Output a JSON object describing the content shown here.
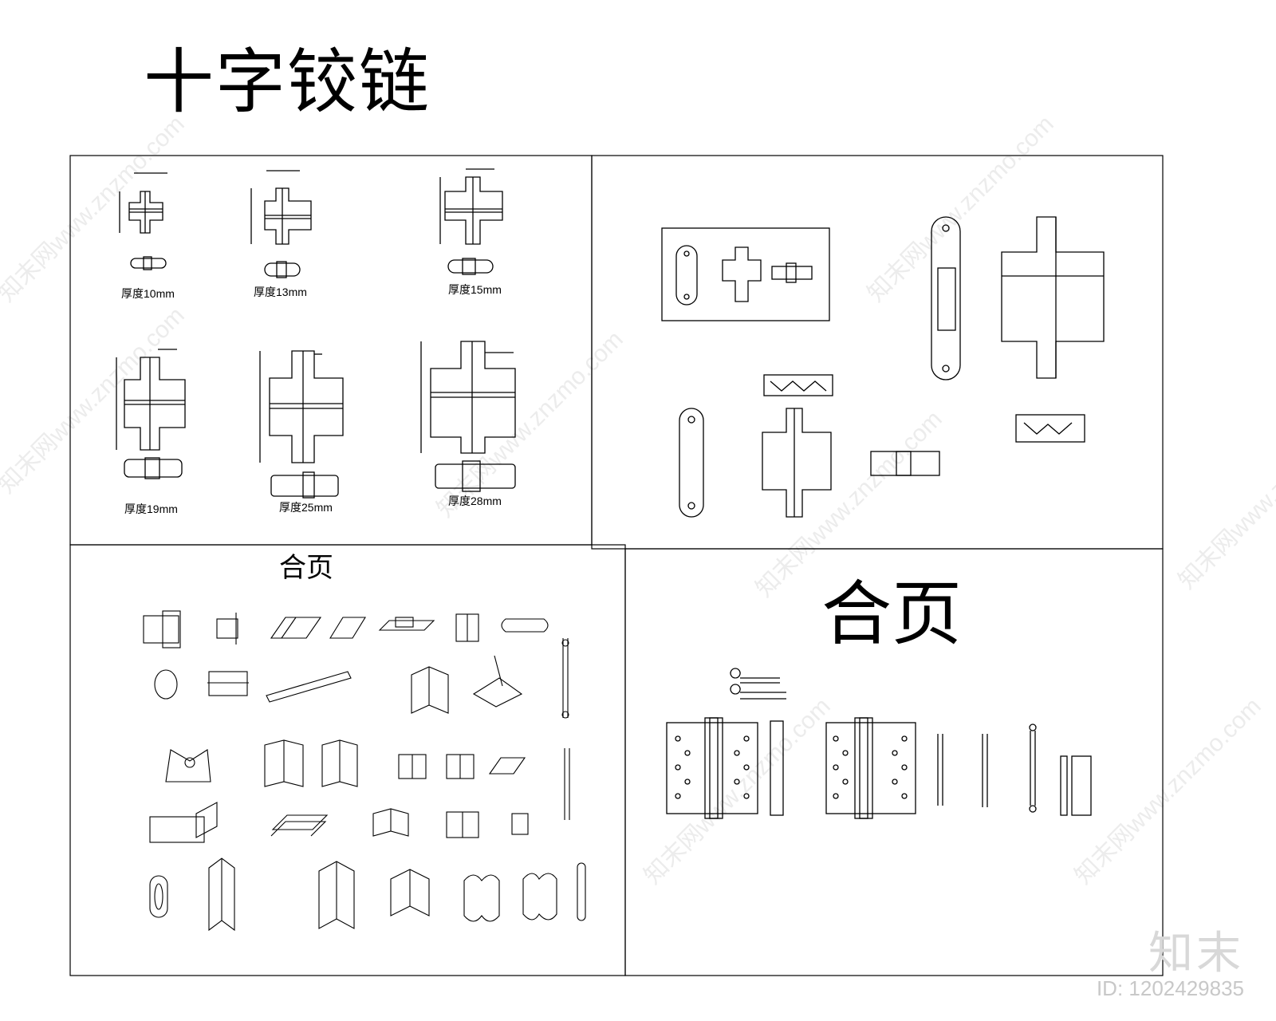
{
  "titles": {
    "main": "十字铰链",
    "hinge_small": "合页",
    "hinge_big": "合页"
  },
  "captions": {
    "t10": "厚度10mm",
    "t13": "厚度13mm",
    "t15": "厚度15mm",
    "t19": "厚度19mm",
    "t25": "厚度25mm",
    "t28": "厚度28mm"
  },
  "branding": {
    "logo": "知末",
    "id": "ID: 1202429835",
    "watermark": "知末网www.znzmo.com"
  }
}
